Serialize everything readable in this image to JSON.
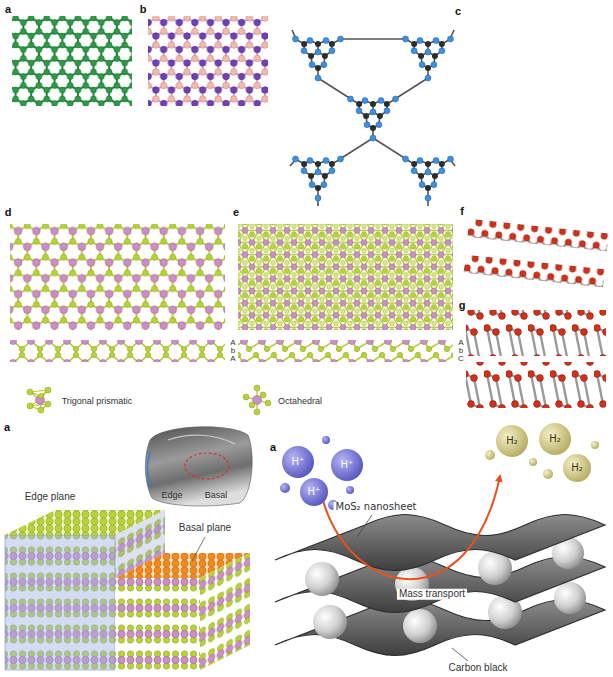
{
  "diagram": {
    "labels": [
      "a",
      "b",
      "c",
      "d",
      "e",
      "f",
      "g",
      "A",
      "b",
      "A",
      "A",
      "b",
      "C",
      "Trigonal prismatic",
      "Octahedral",
      "a",
      "Edge",
      "Basal",
      "Edge plane",
      "Basal plane",
      "a",
      "H⁺",
      "H⁺",
      "H⁺",
      "H₂",
      "H₂",
      "H₂",
      "MoS₂ nanosheet",
      "Mass transport",
      "Carbon black"
    ]
  }
}
